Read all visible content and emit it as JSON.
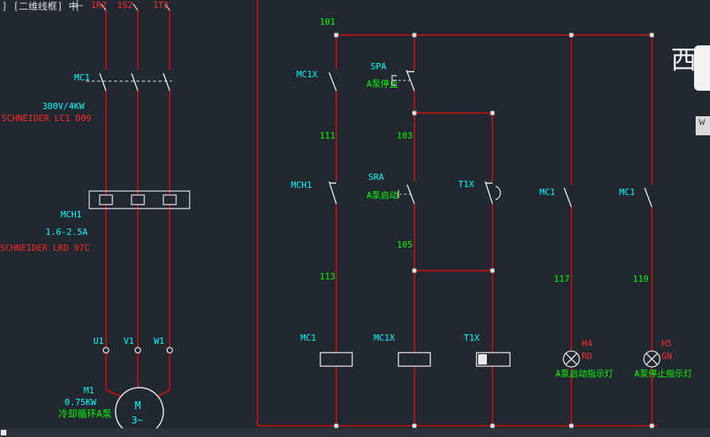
{
  "colors": {
    "background": "#212830",
    "wire": "#cf1010",
    "symbol": "#e8e8e8",
    "label_cyan": "#00ffff",
    "annotation_green": "#00ff00",
    "model_red": "#ff2a2a"
  },
  "viewport": {
    "controls": "] [二维线框] 中"
  },
  "power": {
    "phases": [
      "1R2",
      "1S2",
      "1T2"
    ],
    "contactor": "MC1",
    "rating": "380V/4KW",
    "contactor_model": "SCHNEIDER LC1 D09",
    "overload": "MCH1",
    "overload_range": "1.6-2.5A",
    "overload_model": "SCHNEIDER LRD 07C",
    "terminals": [
      "U1",
      "V1",
      "W1"
    ],
    "motor_tag": "M1",
    "motor_power": "0.75KW",
    "motor_desc": "冷却循环A泵",
    "motor_letter": "M",
    "motor_phase": "3~"
  },
  "control": {
    "wires": {
      "w101": "101",
      "w111": "111",
      "w103": "103",
      "w105": "105",
      "w113": "113",
      "w117": "117",
      "w119": "119"
    },
    "mc1x_contact": "MC1X",
    "spa": "SPA",
    "spa_desc": "A泵停止",
    "mch1_contact": "MCH1",
    "sra": "SRA",
    "sra_desc": "A泵启动",
    "t1x_contact": "T1X",
    "mc1_contact_a": "MC1",
    "mc1_contact_b": "MC1",
    "coil_mc1": "MC1",
    "coil_mc1x": "MC1X",
    "coil_t1x": "T1X",
    "h4": "H4",
    "h4_color": "RD",
    "h4_desc": "A泵启动指示灯",
    "h5": "H5",
    "h5_color": "GN",
    "h5_desc": "A泵停止指示灯"
  },
  "overlay": {
    "glyph": "西",
    "letter": "w"
  }
}
